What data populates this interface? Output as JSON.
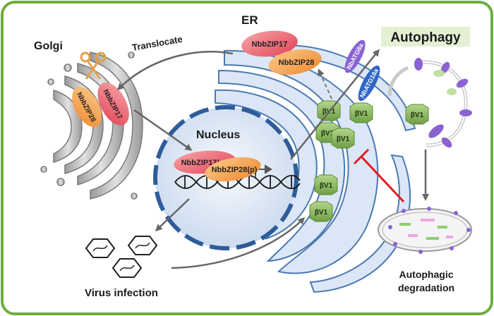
{
  "labels": {
    "golgi": "Golgi",
    "translocate": "Translocate",
    "er": "ER",
    "autophagy": "Autophagy",
    "nucleus": "Nucleus",
    "virus_infection": "Virus infection",
    "autophagic_degradation_line1": "Autophagic",
    "autophagic_degradation_line2": "degradation"
  },
  "proteins": {
    "zip17": "NbbZIP17",
    "zip28": "NbbZIP28",
    "zip17p": "NbbZIP17(p)",
    "zip28p": "NbbZIP28(p)",
    "atg8a": "NbATG8a",
    "atg18a": "NbATG18a",
    "bv1": "βV1"
  },
  "colors": {
    "frame": "#6cae3e",
    "autophagy_box": "#e3f0d4",
    "zip17": "#ee5a66",
    "zip28": "#f6a04d",
    "bv1": "#87b85a",
    "atg8a": "#8a63d2",
    "atg18a": "#2f66c7",
    "inhibit": "#e21c1c",
    "nucleus_fill": "#dce7f4",
    "nucleus_border": "#2e5c9a",
    "er_fill": "#dbe7f6",
    "er_border": "#4c79b3",
    "arrow": "#666666"
  },
  "icons": [
    "scissors-icon",
    "virus-icon",
    "dna-icon",
    "promoter-arrow-icon",
    "inhibition-bar-icon"
  ]
}
